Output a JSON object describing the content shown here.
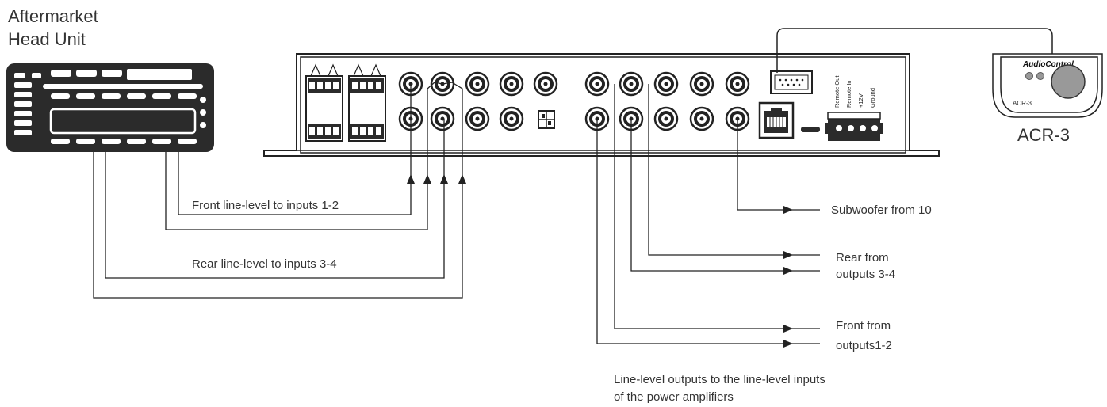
{
  "head_unit": {
    "title_line1": "Aftermarket",
    "title_line2": "Head Unit"
  },
  "remote": {
    "brand": "AudioControl",
    "model_small": "ACR-3",
    "label": "ACR-3"
  },
  "processor": {
    "terminal_labels": [
      "Remote Out",
      "Remote In",
      "+12V",
      "Ground"
    ]
  },
  "connections": {
    "front_inputs": "Front line-level to inputs 1-2",
    "rear_inputs": "Rear line-level to inputs 3-4",
    "subwoofer": "Subwoofer from 10",
    "rear_outputs_line1": "Rear from",
    "rear_outputs_line2": "outputs 3-4",
    "front_outputs_line1": "Front from",
    "front_outputs_line2": "outputs1-2"
  },
  "footnote": {
    "line1": "Line-level outputs to the line-level inputs",
    "line2": "of the power amplifiers"
  },
  "colors": {
    "line": "#222222",
    "dark_panel": "#2b2b2b",
    "device_fill": "#ffffff"
  }
}
